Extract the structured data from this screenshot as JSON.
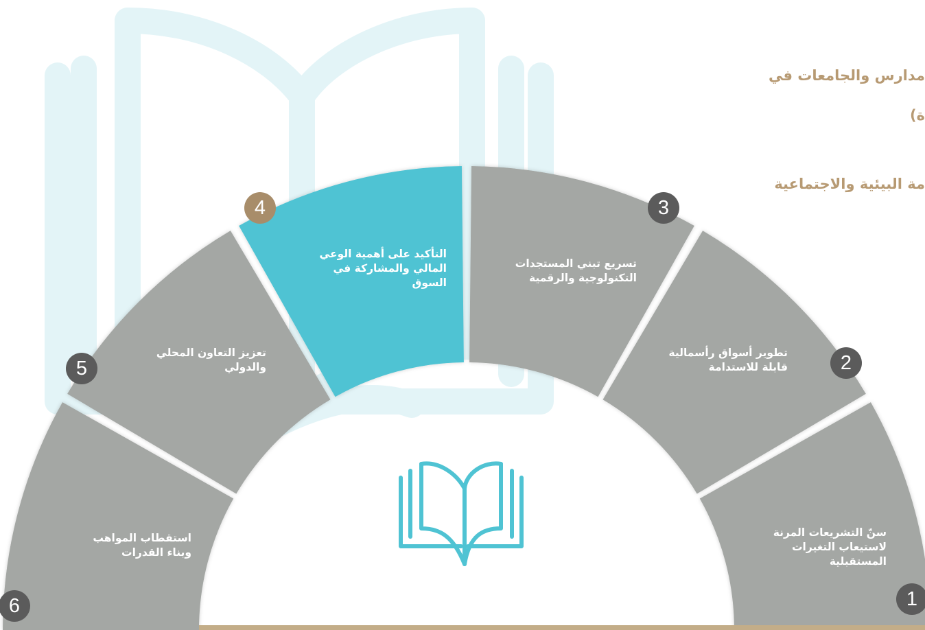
{
  "background_text": {
    "line1": "مدارس والجامعات في",
    "line2": "ة)",
    "line3": "مة البيئية والاجتماعية"
  },
  "segments": [
    {
      "number": "1",
      "label_lines": [
        "سنّ التشريعات المرنة",
        "لاستيعاب التغيرات",
        "المستقبلية"
      ],
      "color": "#a4a7a4"
    },
    {
      "number": "2",
      "label_lines": [
        "تطوير أسواق رأسمالية",
        "قابلة للاستدامة"
      ],
      "color": "#a4a7a4"
    },
    {
      "number": "3",
      "label_lines": [
        "تسريع تبني المستجدات",
        "التكنولوجية والرقمية"
      ],
      "color": "#a4a7a4"
    },
    {
      "number": "4",
      "label_lines": [
        "التأكيد على أهمية الوعي",
        "المالي والمشاركة في",
        "السوق"
      ],
      "color": "#4fc3d3"
    },
    {
      "number": "5",
      "label_lines": [
        "تعزيز التعاون المحلي",
        "والدولي"
      ],
      "color": "#a4a7a4"
    },
    {
      "number": "6",
      "label_lines": [
        "استقطاب المواهب",
        "وبناء القدرات"
      ],
      "color": "#a4a7a4"
    }
  ],
  "colors": {
    "segment_gray": "#a4a7a4",
    "segment_highlight": "#4fc3d3",
    "badge_dark": "#5b5b5b",
    "badge_highlight": "#a88d6a",
    "accent_text": "#b79a73",
    "watermark": "#e3f4f7",
    "icon": "#4fc3d3"
  },
  "icons": {
    "center": "open-book-icon",
    "watermark": "open-book-watermark"
  }
}
